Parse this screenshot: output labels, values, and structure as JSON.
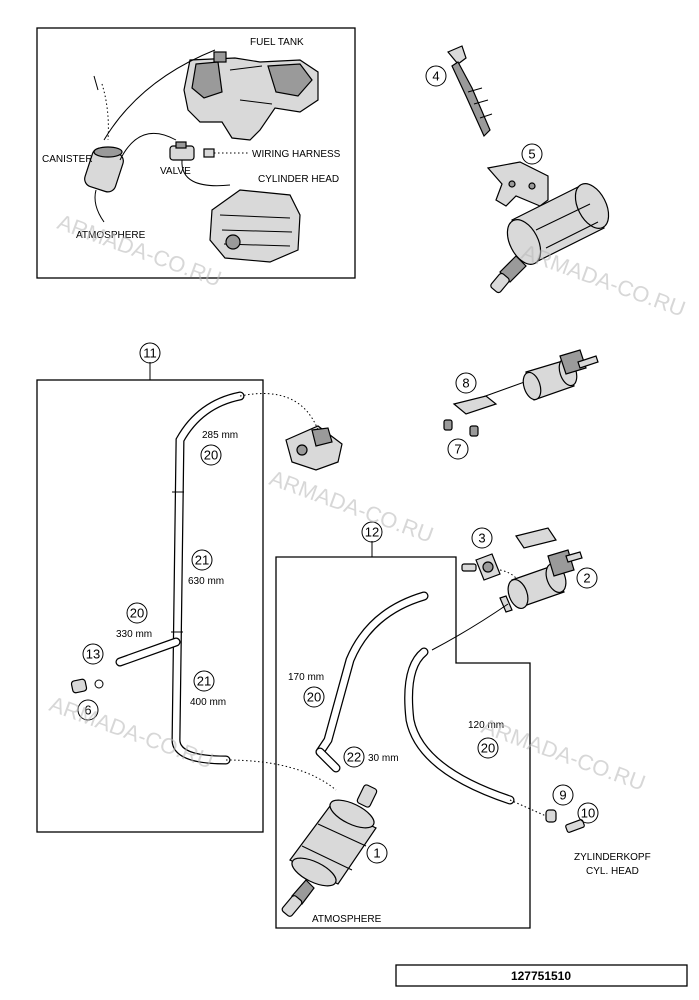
{
  "inset": {
    "labels": {
      "fuel_tank": "FUEL TANK",
      "canister": "CANISTER",
      "wiring_harness": "WIRING HARNESS",
      "valve": "VALVE",
      "cylinder_head": "CYLINDER HEAD",
      "atmosphere": "ATMOSPHERE"
    }
  },
  "callouts": {
    "c1": "1",
    "c2": "2",
    "c3": "3",
    "c4": "4",
    "c5": "5",
    "c6": "6",
    "c7": "7",
    "c8": "8",
    "c9": "9",
    "c10": "10",
    "c11": "11",
    "c12": "12",
    "c13": "13",
    "c20a": "20",
    "c20b": "20",
    "c20c": "20",
    "c20d": "20",
    "c21a": "21",
    "c21b": "21",
    "c22": "22"
  },
  "lengths": {
    "l285": "285 mm",
    "l630": "630 mm",
    "l330": "330 mm",
    "l400": "400 mm",
    "l170": "170 mm",
    "l30": "30 mm",
    "l120": "120 mm"
  },
  "labels": {
    "zylinderkopf": "ZYLINDERKOPF",
    "cyl_head": "CYL. HEAD",
    "atmosphere_bottom": "ATMOSPHERE"
  },
  "watermark": "ARMADA-CO.RU",
  "drawing_number": "127751510"
}
